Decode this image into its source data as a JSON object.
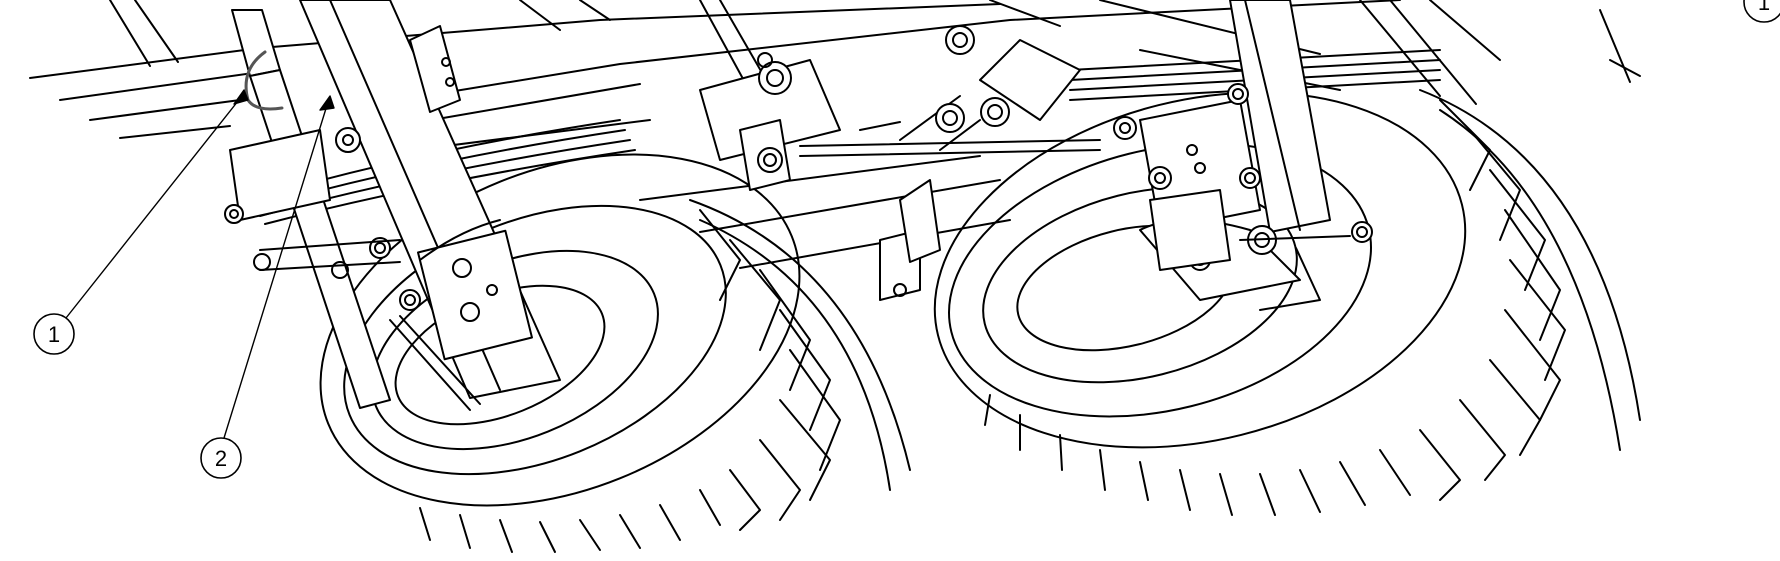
{
  "figure": {
    "callouts": [
      {
        "id": "callout-1",
        "label": "1"
      },
      {
        "id": "callout-2",
        "label": "2"
      },
      {
        "id": "callout-edge",
        "label": "1"
      }
    ],
    "colors": {
      "line": "#000000",
      "background": "#ffffff",
      "highlight": "#555555"
    }
  }
}
